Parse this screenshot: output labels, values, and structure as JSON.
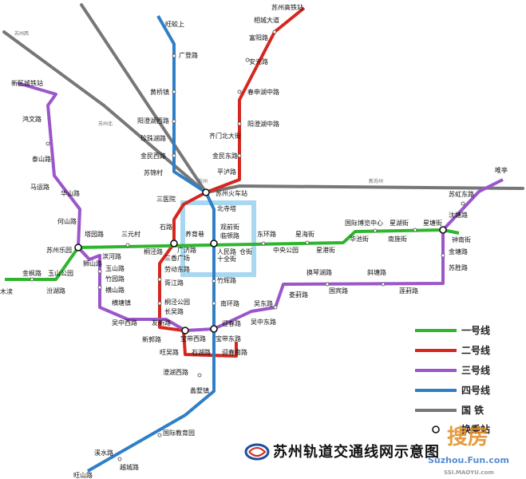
{
  "title": "苏州轨道交通线网示意图",
  "colors": {
    "line1": "#2fb52f",
    "line2": "#d5271f",
    "line3": "#9b57c9",
    "line4": "#2f7fc7",
    "rail": "#777777",
    "hub_box": "#a8d8f0",
    "logo": "#1e4f9c"
  },
  "legend": [
    {
      "key": "line1",
      "label": "一号线"
    },
    {
      "key": "line2",
      "label": "二号线"
    },
    {
      "key": "line3",
      "label": "三号线"
    },
    {
      "key": "line4",
      "label": "四号线"
    },
    {
      "key": "rail",
      "label": "国  铁"
    },
    {
      "key": "transfer",
      "label": "换乘站"
    }
  ],
  "rail_labels": [
    "苏州西",
    "苏州北",
    "苏州",
    "新苏州"
  ],
  "stations": {
    "line1": [
      "木渎",
      "金枫路",
      "玉山公园",
      "汾湖路",
      "苏州乐园",
      "塔园路",
      "滨河路",
      "三元村",
      "桐泾路",
      "石路",
      "养育巷",
      "人民路",
      "观前街",
      "临顿路",
      "仓街",
      "东环路",
      "中央公园",
      "星海街",
      "星港街",
      "国际博览中心",
      "华池街",
      "星湖街",
      "南施街",
      "星塘街",
      "钟南街"
    ],
    "line2": [
      "苏州高铁站",
      "相城大道",
      "富阳路",
      "安元路",
      "春申湖中路",
      "阳澄湖中路",
      "齐门北大街",
      "金民东路",
      "平泸路",
      "苏州火车站",
      "北寺塔",
      "广济路",
      "三香广场",
      "劳动东路",
      "胥江路",
      "桐泾公园",
      "长吴路",
      "宝带西路",
      "石湖路",
      "旺吴路"
    ],
    "line3": [
      "新区城铁站",
      "鸿文路",
      "泰山路",
      "马运路",
      "华山路",
      "何山路",
      "狮山路",
      "玉山路",
      "竹园路",
      "横山路",
      "横塘镇",
      "吴中西路",
      "友新路",
      "新郭路",
      "南环路",
      "吴东路",
      "吴中东路",
      "娄葑路",
      "换琴湖路",
      "斜塘路",
      "国宾路",
      "莲葑路",
      "沈塘路",
      "金塘路",
      "苏胜路",
      "苏虹东路",
      "唯亭"
    ],
    "line4": [
      "旺蛟上",
      "广登路",
      "黄桥镇",
      "阳澄湖西路",
      "珍珠湖路",
      "金民西路",
      "苏锦村",
      "三医院",
      "十全街",
      "竹辉路",
      "迎春路",
      "宝带东路",
      "迎春南路",
      "澄湖西路",
      "蠡墅镇",
      "国际教育园",
      "溪水路",
      "越城路",
      "旺山路"
    ]
  },
  "watermark": {
    "big": "搜房",
    "sub": "Suzhou.Fun.com",
    "small": "SSI.MAOYU.com"
  }
}
